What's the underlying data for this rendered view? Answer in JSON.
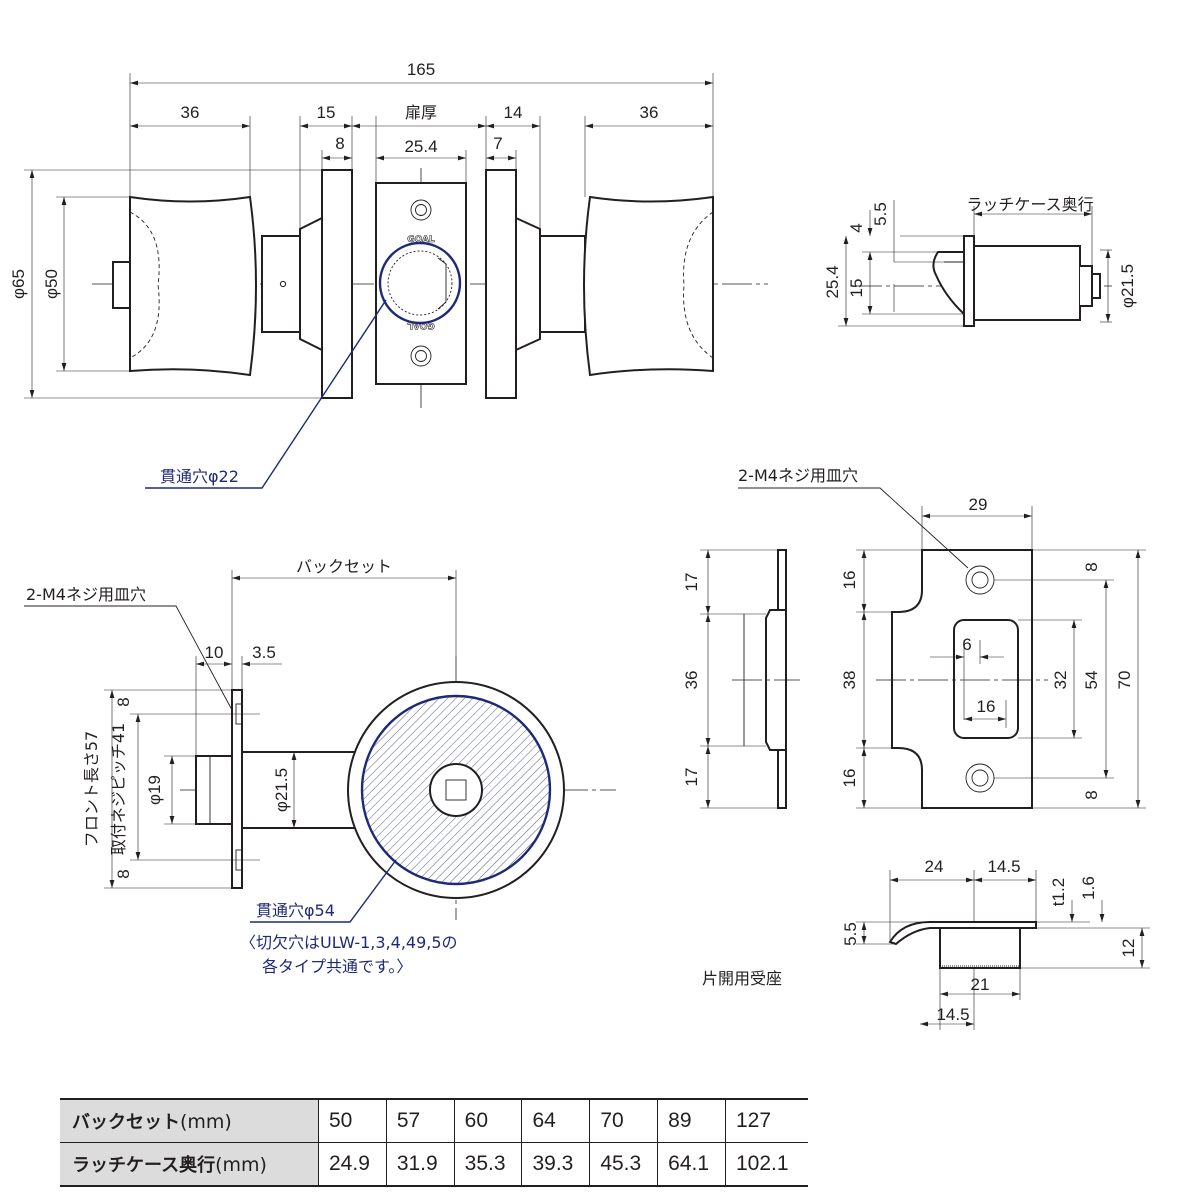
{
  "front_view": {
    "dims": {
      "overall": "165",
      "knob_left": "36",
      "rose_left": "15",
      "door_thickness": "扉厚",
      "rose_right": "14",
      "knob_right": "36",
      "plate_left": "8",
      "latch_face": "25.4",
      "plate_right": "7",
      "knob_dia": "φ65",
      "knob_inner_dia": "φ50"
    },
    "logo_text": "GOAL",
    "through_hole_note": "貫通穴φ22"
  },
  "latch_side": {
    "depth_label": "ラッチケース奥行",
    "dims": {
      "d4": "4",
      "d55": "5.5",
      "d254": "25.4",
      "d15": "15",
      "dia215": "φ21.5"
    }
  },
  "section_view": {
    "backset_label": "バックセット",
    "screw_note": "2-M4ネジ用皿穴",
    "dims": {
      "d10": "10",
      "d35": "3.5",
      "d8_top": "8",
      "d8_bottom": "8",
      "front_len": "フロント長さ57",
      "screw_pitch": "取付ネジピッチ41",
      "dia19": "φ19",
      "dia215": "φ21.5"
    },
    "hole_note": "貫通穴φ54",
    "cut_note_line1": "〈切欠穴はULW-1,3,4,49,5の",
    "cut_note_line2": "各タイプ共通です。〉"
  },
  "strike": {
    "screw_note": "2-M4ネジ用皿穴",
    "dims": {
      "w29": "29",
      "s17_top": "17",
      "s36": "36",
      "s17_bottom": "17",
      "f16_top": "16",
      "f38": "38",
      "f16_bottom": "16",
      "d6": "6",
      "d16": "16",
      "d32": "32",
      "d54": "54",
      "d70": "70",
      "d8_top": "8",
      "d8_bottom": "8"
    },
    "bottom_dims": {
      "d24": "24",
      "d145_top": "14.5",
      "t12": "t1.2",
      "d16": "1.6",
      "d55": "5.5",
      "d12": "12",
      "d21": "21",
      "d145_bottom": "14.5"
    },
    "caption": "片開用受座"
  },
  "spec_table": {
    "rows": [
      {
        "label": "バックセット",
        "unit": "(mm)",
        "values": [
          "50",
          "57",
          "60",
          "64",
          "70",
          "89",
          "127"
        ]
      },
      {
        "label": "ラッチケース奥行",
        "unit": "(mm)",
        "values": [
          "24.9",
          "31.9",
          "35.3",
          "39.3",
          "45.3",
          "64.1",
          "102.1"
        ]
      }
    ]
  }
}
